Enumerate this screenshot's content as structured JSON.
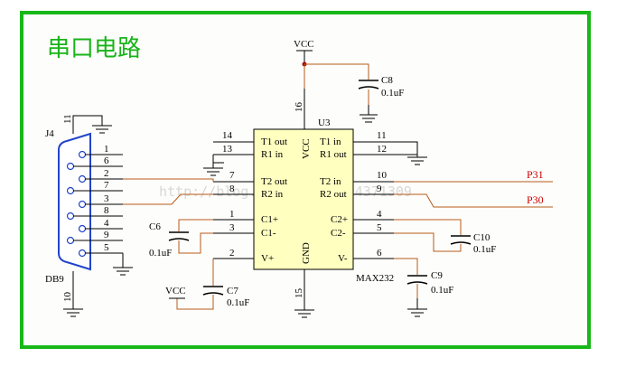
{
  "title": "串口电路",
  "watermark": "http://blog.csdn.net/u014371309",
  "ic": {
    "ref": "U3",
    "part": "MAX232",
    "vcc_label": "VCC",
    "gnd_label": "GND",
    "pins_left": [
      {
        "num": "14",
        "label": "T1 out"
      },
      {
        "num": "13",
        "label": "R1 in"
      },
      {
        "num": "7",
        "label": "T2 out"
      },
      {
        "num": "8",
        "label": "R2 in"
      },
      {
        "num": "1",
        "label": "C1+"
      },
      {
        "num": "3",
        "label": "C1-"
      },
      {
        "num": "2",
        "label": "V+"
      }
    ],
    "pins_right": [
      {
        "num": "11",
        "label": "T1 in"
      },
      {
        "num": "12",
        "label": "R1 out"
      },
      {
        "num": "10",
        "label": "T2 in"
      },
      {
        "num": "9",
        "label": "R2 out"
      },
      {
        "num": "4",
        "label": "C2+"
      },
      {
        "num": "5",
        "label": "C2-"
      },
      {
        "num": "6",
        "label": "V-"
      }
    ],
    "pin_vcc": "16",
    "pin_gnd": "15"
  },
  "connector": {
    "ref": "J4",
    "part": "DB9",
    "pins": [
      "1",
      "6",
      "2",
      "7",
      "3",
      "8",
      "4",
      "9",
      "5"
    ],
    "pin_top": "11",
    "pin_bottom": "10"
  },
  "capacitors": [
    {
      "ref": "C8",
      "value": "0.1uF"
    },
    {
      "ref": "C6",
      "value": "0.1uF"
    },
    {
      "ref": "C10",
      "value": "0.1uF"
    },
    {
      "ref": "C9",
      "value": "0.1uF"
    },
    {
      "ref": "C7",
      "value": "0.1uF"
    }
  ],
  "power": {
    "vcc_top": "VCC",
    "vcc_c7": "VCC"
  },
  "nets": {
    "p31": "P31",
    "p30": "P30"
  },
  "colors": {
    "frame": "#17b817",
    "title": "#19b419",
    "wire": "#b85c1a",
    "net": "#cc0000",
    "ic_fill": "#ffffc0"
  }
}
